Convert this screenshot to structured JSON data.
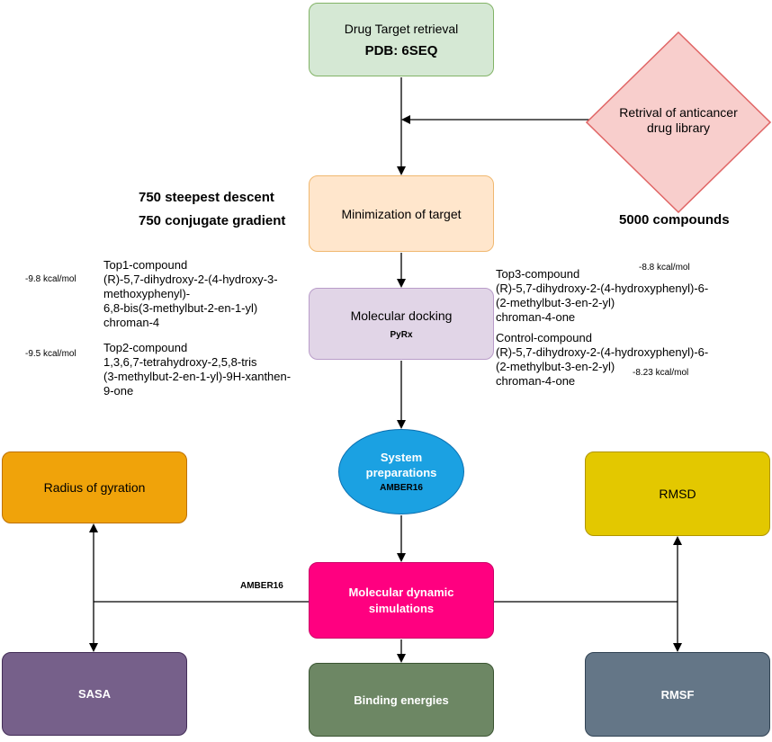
{
  "colors": {
    "target_fill": "#d5e8d4",
    "target_border": "#82b366",
    "library_fill": "#f8cecc",
    "library_border": "#e06666",
    "min_fill": "#ffe6cc",
    "min_border": "#f0b870",
    "dock_fill": "#e1d5e7",
    "dock_border": "#b99cc9",
    "system_fill": "#1ba1e2",
    "system_border": "#0a6fb0",
    "md_fill": "#ff0080",
    "md_border": "#cc0066",
    "rog_fill": "#f0a30a",
    "rog_border": "#bd7000",
    "rmsd_fill": "#e3c800",
    "rmsd_border": "#b09500",
    "sasa_fill": "#76608a",
    "sasa_border": "#432d57",
    "binding_fill": "#6d8764",
    "binding_border": "#3a5431",
    "rmsf_fill": "#647687",
    "rmsf_border": "#314354"
  },
  "nodes": {
    "target": {
      "title": "Drug Target retrieval",
      "subtitle": "PDB: 6SEQ"
    },
    "library": {
      "title": "Retrival of anticancer drug library"
    },
    "minimization": {
      "title": "Minimization of target"
    },
    "docking": {
      "title": "Molecular docking",
      "subtitle": "PyRx"
    },
    "system": {
      "title": "System preparations",
      "subtitle": "AMBER16"
    },
    "md": {
      "title": "Molecular dynamic simulations"
    },
    "rog": {
      "title": "Radius of gyration"
    },
    "rmsd": {
      "title": "RMSD"
    },
    "sasa": {
      "title": "SASA"
    },
    "binding": {
      "title": "Binding energies"
    },
    "rmsf": {
      "title": "RMSF"
    }
  },
  "annotations": {
    "steepest": "750 steepest descent",
    "conjugate": "750 conjugate gradient",
    "compounds": "5000 compounds",
    "amber_md": "AMBER16",
    "top1": {
      "energy": "-9.8 kcal/mol",
      "lines": [
        "Top1-compound",
        "(R)-5,7-dihydroxy-2-(4-hydroxy-3-",
        "methoxyphenyl)-",
        "6,8-bis(3-methylbut-2-en-1-yl)",
        "chroman-4"
      ]
    },
    "top2": {
      "energy": "-9.5 kcal/mol",
      "lines": [
        "Top2-compound",
        "1,3,6,7-tetrahydroxy-2,5,8-tris",
        "(3-methylbut-2-en-1-yl)-9H-xanthen-",
        "9-one"
      ]
    },
    "top3": {
      "energy": "-8.8 kcal/mol",
      "lines": [
        "Top3-compound",
        "(R)-5,7-dihydroxy-2-(4-hydroxyphenyl)-6-",
        "(2-methylbut-3-en-2-yl)",
        "chroman-4-one"
      ]
    },
    "control": {
      "energy": "-8.23 kcal/mol",
      "lines": [
        "Control-compound",
        "(R)-5,7-dihydroxy-2-(4-hydroxyphenyl)-6-",
        "(2-methylbut-3-en-2-yl)",
        "chroman-4-one"
      ]
    }
  }
}
